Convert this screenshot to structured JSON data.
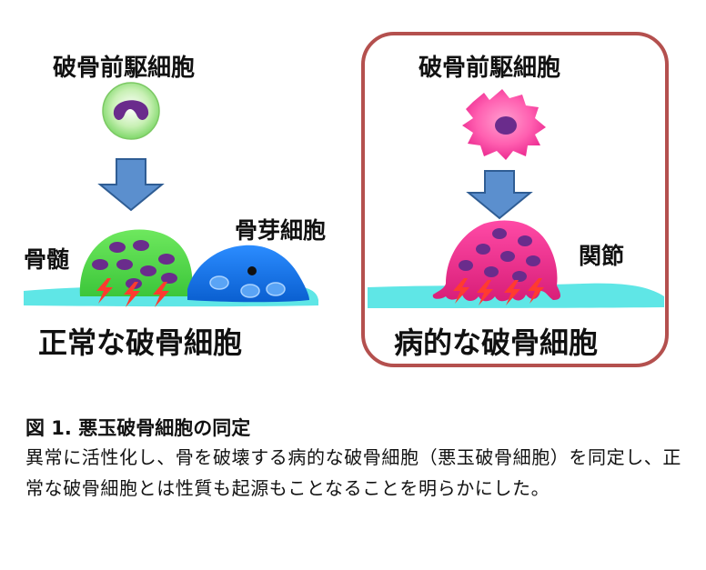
{
  "labels": {
    "precursor_left": "破骨前駆細胞",
    "precursor_right": "破骨前駆細胞",
    "marrow": "骨髄",
    "osteoblast": "骨芽細胞",
    "joint": "関節",
    "normal_osteoclast": "正常な破骨細胞",
    "pathological_osteoclast": "病的な破骨細胞"
  },
  "caption": {
    "title": "図 1.  悪玉破骨細胞の同定",
    "body": "異常に活性化し、骨を破壊する病的な破骨細胞（悪玉破骨細胞）を同定し、正常な破骨細胞とは性質も起源もことなることを明らかにした。"
  },
  "colors": {
    "frame": "#b4504e",
    "arrow": "#5b8fce",
    "bone_surface": "#5fe6e6",
    "normal_cell": "#45d24a",
    "osteoblast_cell": "#1273e8",
    "precursor_green": "#9fe88a",
    "pathological_cell": "#e0207f",
    "nucleus_purple": "#6a2c8c",
    "lightning": "#ff3b2f"
  }
}
